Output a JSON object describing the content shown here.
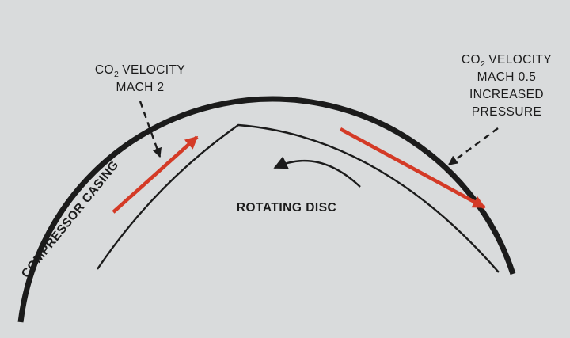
{
  "diagram": {
    "colors": {
      "background": "#d9dbdc",
      "line": "#1b1b1b",
      "red": "#d43a26"
    },
    "labels": {
      "left_velocity": {
        "line1_prefix": "CO",
        "line1_sub": "2",
        "line1_rest": "VELOCITY",
        "line2": "MACH 2"
      },
      "right_velocity": {
        "line1_prefix": "CO",
        "line1_sub": "2",
        "line1_rest": "VELOCITY",
        "line2": "MACH 0.5",
        "line3": "INCREASED",
        "line4": "PRESSURE"
      },
      "compressor_casing": "COMPRESSOR CASING",
      "rotating_disc": "ROTATING DISC"
    }
  }
}
